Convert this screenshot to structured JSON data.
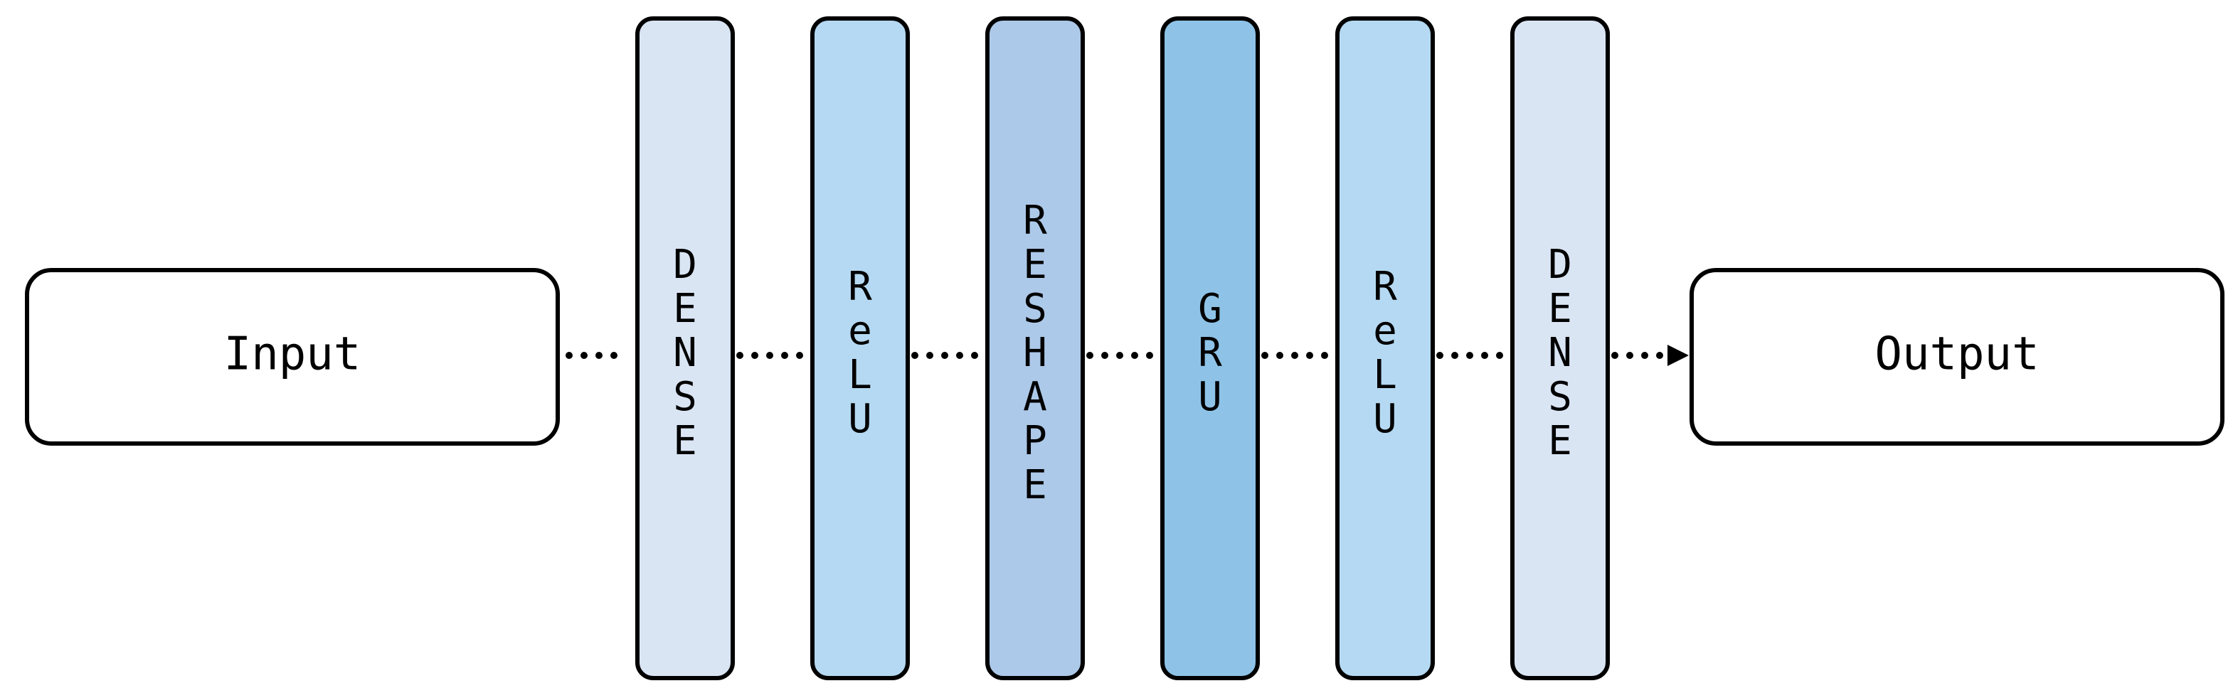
{
  "input": {
    "label": "Input"
  },
  "output": {
    "label": "Output"
  },
  "layers": [
    {
      "label": "DENSE",
      "color": "#dae5f4"
    },
    {
      "label": "ReLU",
      "color": "#b5d9f2"
    },
    {
      "label": "RESHAPE",
      "color": "#adc9e9"
    },
    {
      "label": "GRU",
      "color": "#8ec3e7"
    },
    {
      "label": "ReLU",
      "color": "#b5d9f2"
    },
    {
      "label": "DENSE",
      "color": "#dae5f4"
    }
  ]
}
